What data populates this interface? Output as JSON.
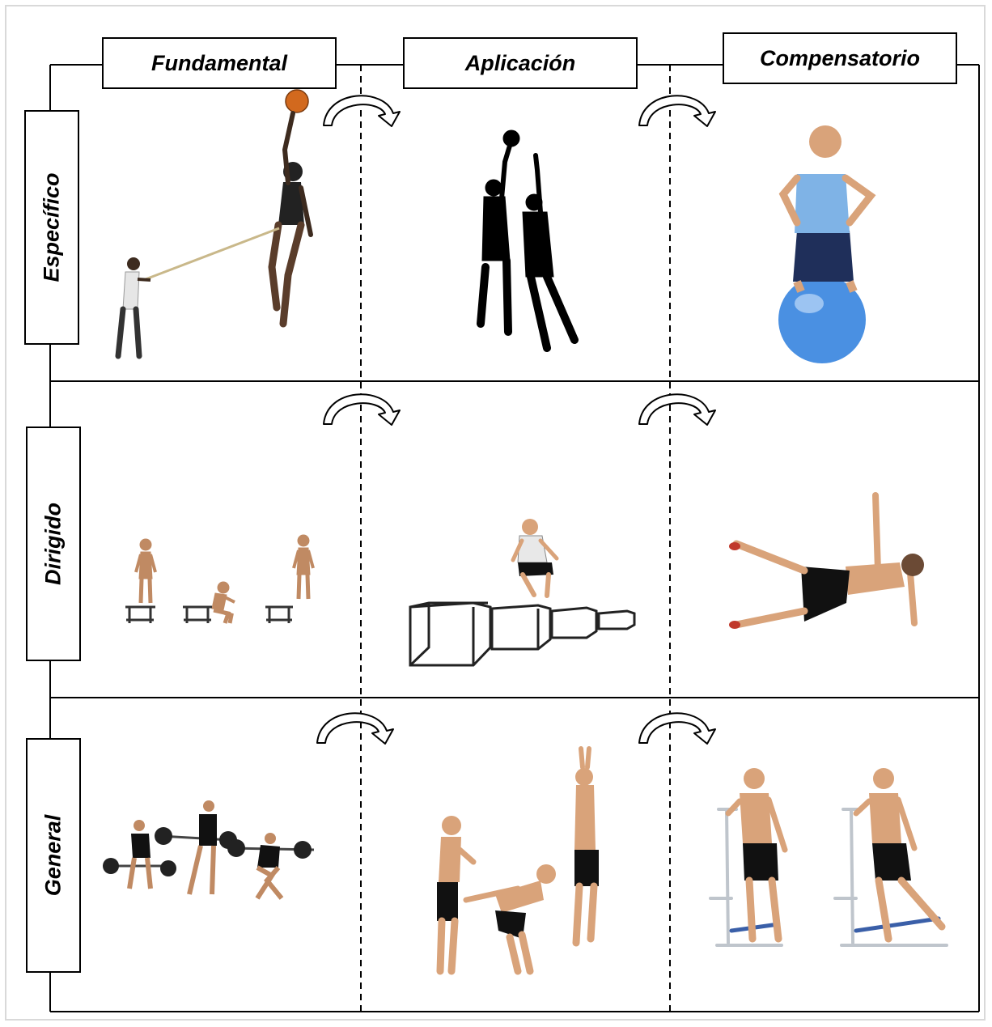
{
  "columns": [
    {
      "label": "Fundamental"
    },
    {
      "label": "Aplicación"
    },
    {
      "label": "Compensatorio"
    }
  ],
  "rows": [
    {
      "label": "Específico"
    },
    {
      "label": "Dirigido"
    },
    {
      "label": "General"
    }
  ],
  "cells": [
    {
      "row": "Específico",
      "column": "Fundamental",
      "icon": "resisted-jump-shot-icon"
    },
    {
      "row": "Específico",
      "column": "Aplicación",
      "icon": "basketball-rebound-silhouette-icon"
    },
    {
      "row": "Específico",
      "column": "Compensatorio",
      "icon": "stability-ball-kneeling-icon"
    },
    {
      "row": "Dirigido",
      "column": "Fundamental",
      "icon": "box-jump-sequence-icon"
    },
    {
      "row": "Dirigido",
      "column": "Aplicación",
      "icon": "plyometric-boxes-jump-icon"
    },
    {
      "row": "Dirigido",
      "column": "Compensatorio",
      "icon": "side-plank-icon"
    },
    {
      "row": "General",
      "column": "Fundamental",
      "icon": "barbell-lift-sequence-icon"
    },
    {
      "row": "General",
      "column": "Aplicación",
      "icon": "squat-jump-sequence-icon"
    },
    {
      "row": "General",
      "column": "Compensatorio",
      "icon": "band-hip-abduction-icon"
    }
  ],
  "colors": {
    "line": "#000000",
    "ball": "#d2691e",
    "exercise_ball": "#4a90e2",
    "band": "#3a5fa8",
    "shirt": "#7fb3e6"
  }
}
